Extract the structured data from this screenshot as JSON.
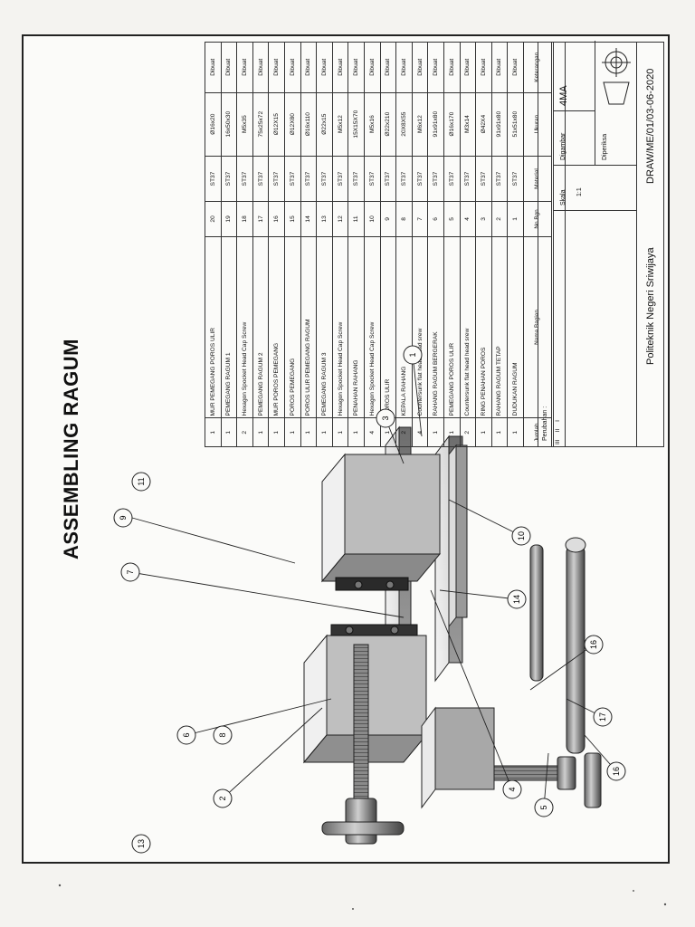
{
  "title": "ASSEMBLING RAGUM",
  "table": {
    "headers": {
      "roman": [
        "III",
        "II",
        "I"
      ],
      "jumlah": "Jumlah",
      "nama": "Nama Bagian",
      "no": "No.Bgn",
      "material": "Material",
      "ukuran": "Ukuran",
      "keterangan": "Keterangan"
    },
    "rows": [
      {
        "qty": "1",
        "name": "MUR PEMEGANG POROS ULIR",
        "no": "20",
        "material": "ST37",
        "size": "Ø16x20",
        "note": "Dibuat"
      },
      {
        "qty": "1",
        "name": "PEMEGANG RAGUM 1",
        "no": "19",
        "material": "ST37",
        "size": "16x50x30",
        "note": "Dibuat"
      },
      {
        "qty": "2",
        "name": "Hexagon Spocket Head Cap Screw",
        "no": "18",
        "material": "ST37",
        "size": "M5x35",
        "note": "Dibuat"
      },
      {
        "qty": "1",
        "name": "PEMEGANG RAGUM 2",
        "no": "17",
        "material": "ST37",
        "size": "75x25x72",
        "note": "Dibuat"
      },
      {
        "qty": "1",
        "name": "MUR POROS PEMEGANG",
        "no": "16",
        "material": "ST37",
        "size": "Ø12X15",
        "note": "Dibuat"
      },
      {
        "qty": "1",
        "name": "POROS PEMEGANG",
        "no": "15",
        "material": "ST37",
        "size": "Ø12X80",
        "note": "Dibuat"
      },
      {
        "qty": "1",
        "name": "POROS ULIR PEMEGANG RAGUM",
        "no": "14",
        "material": "ST37",
        "size": "Ø16x110",
        "note": "Dibuat"
      },
      {
        "qty": "1",
        "name": "PEMEGANG RAGUM 3",
        "no": "13",
        "material": "ST37",
        "size": "Ø22x15",
        "note": "Dibuat"
      },
      {
        "qty": "1",
        "name": "Hexagon Spocket Head Cap Screw",
        "no": "12",
        "material": "ST37",
        "size": "M5x12",
        "note": "Dibuat"
      },
      {
        "qty": "1",
        "name": "PENAHAN RAHANG",
        "no": "11",
        "material": "ST37",
        "size": "15X15X70",
        "note": "Dibuat"
      },
      {
        "qty": "4",
        "name": "Hexagon Spocket Head Cap Screw",
        "no": "10",
        "material": "ST37",
        "size": "M5x16",
        "note": "Dibuat"
      },
      {
        "qty": "1",
        "name": "POROS ULIR",
        "no": "9",
        "material": "ST37",
        "size": "Ø22x210",
        "note": "Dibuat"
      },
      {
        "qty": "2",
        "name": "KEPALA RAHANG",
        "no": "8",
        "material": "ST37",
        "size": "20X8X55",
        "note": "Dibuat"
      },
      {
        "qty": "4",
        "name": "Countersunk flat head head srew",
        "no": "7",
        "material": "ST37",
        "size": "M6x12",
        "note": "Dibuat"
      },
      {
        "qty": "1",
        "name": "RAHANG RAGUM BERGERAK",
        "no": "6",
        "material": "ST37",
        "size": "91x91x80",
        "note": "Dibuat"
      },
      {
        "qty": "1",
        "name": "PEMEGANG POROS ULIR",
        "no": "5",
        "material": "ST37",
        "size": "Ø16x170",
        "note": "Dibuat"
      },
      {
        "qty": "2",
        "name": "Countersunk flat head head srew",
        "no": "4",
        "material": "ST37",
        "size": "M3x14",
        "note": "Dibuat"
      },
      {
        "qty": "1",
        "name": "RING PENAHAN POROS",
        "no": "3",
        "material": "ST37",
        "size": "Ø42X4",
        "note": "Dibuat"
      },
      {
        "qty": "1",
        "name": "RAHANG RAGUM TETAP",
        "no": "2",
        "material": "ST37",
        "size": "91x91x80",
        "note": "Dibuat"
      },
      {
        "qty": "1",
        "name": "DUDUKAN RAGUM",
        "no": "1",
        "material": "ST37",
        "size": "51x51x80",
        "note": "Dibuat"
      }
    ]
  },
  "title_block": {
    "perubahan": "Perubahan :",
    "skala_label": "Skala",
    "skala_value": "1:1",
    "digambar_label": "Digambar",
    "digambar_value": "4MA",
    "diperiksa_label": "Diperiksa",
    "institution": "Politeknik Negeri Sriwijaya",
    "drawing_no": "DRAW/ME/01/03-06-2020"
  },
  "callouts": [
    "1",
    "2",
    "3",
    "4",
    "5",
    "6",
    "7",
    "8",
    "9",
    "10",
    "11",
    "13",
    "14",
    "16",
    "16",
    "17"
  ]
}
